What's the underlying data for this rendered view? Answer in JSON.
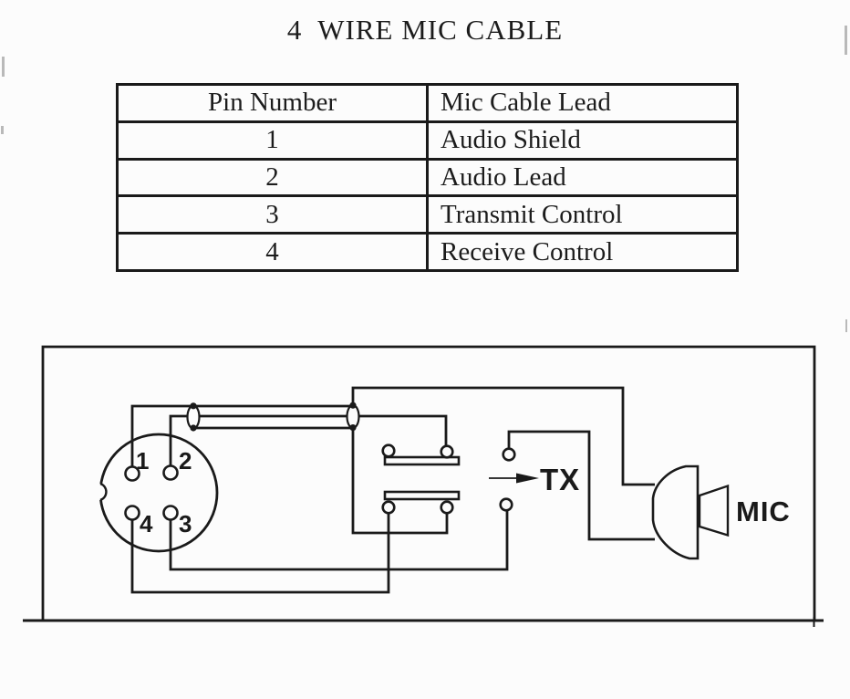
{
  "title": "4  WIRE MIC CABLE",
  "table": {
    "headers": [
      "Pin Number",
      "Mic Cable Lead"
    ],
    "rows": [
      [
        "1",
        "Audio Shield"
      ],
      [
        "2",
        "Audio Lead"
      ],
      [
        "3",
        "Transmit Control"
      ],
      [
        "4",
        "Receive Control"
      ]
    ]
  },
  "schematic": {
    "connector": {
      "top_left_pin": "1",
      "top_right_pin": "2",
      "bottom_left_pin": "4",
      "bottom_right_pin": "3"
    },
    "tx_label": "TX",
    "mic_label": "MIC"
  },
  "colors": {
    "ink": "#1a1a1a",
    "paper": "#fcfcfc"
  }
}
